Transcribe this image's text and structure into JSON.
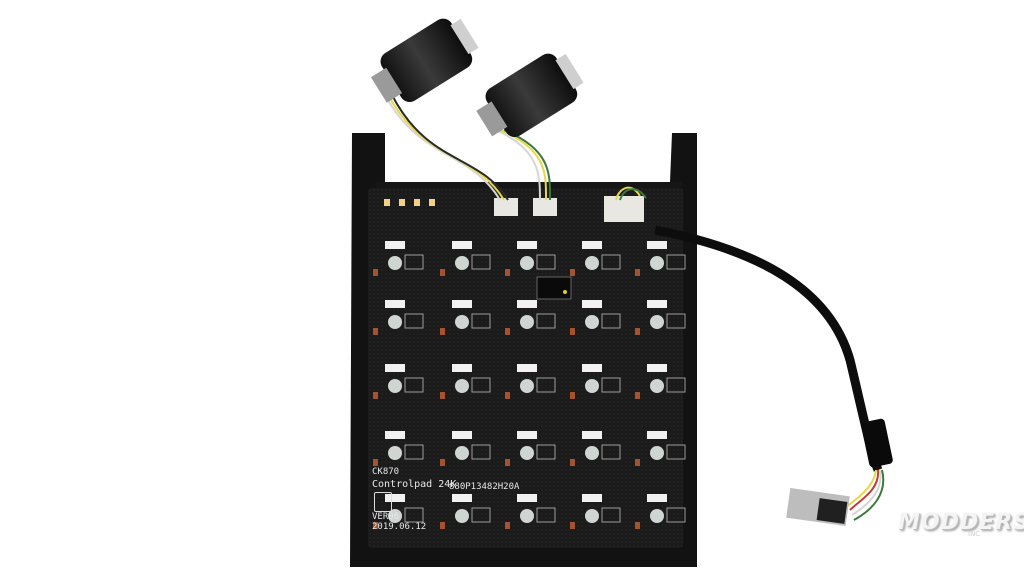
{
  "photo": {
    "board_model": "CK870",
    "board_name": "Controlpad 24K",
    "part_number": "880P13482H20A",
    "version": "VER06",
    "date": "2019.06.12"
  },
  "watermark": {
    "text": "MODDERS",
    "sub": "INC"
  }
}
